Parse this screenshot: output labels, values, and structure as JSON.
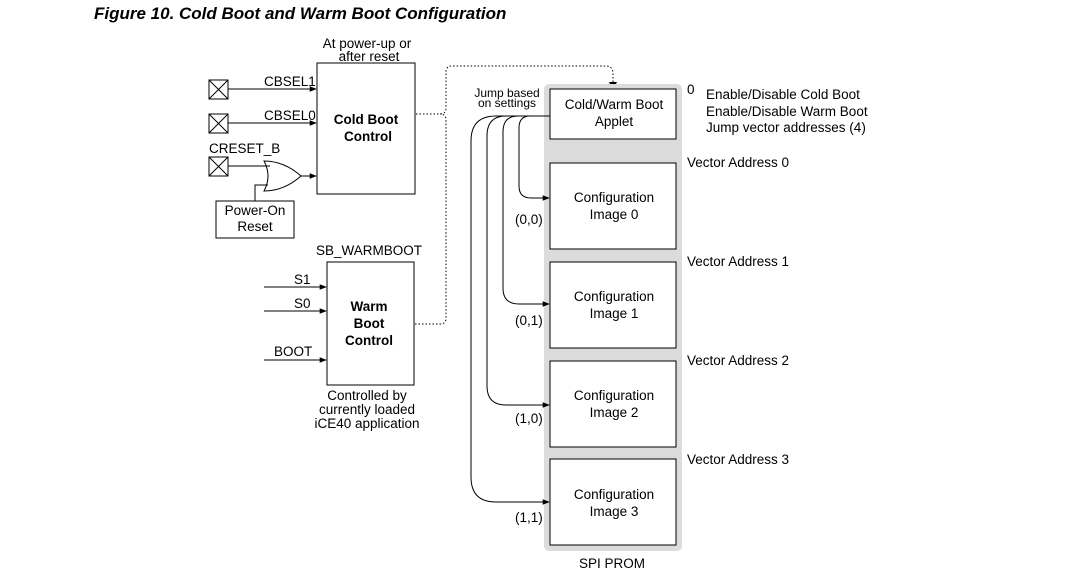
{
  "title": "Figure 10. Cold Boot and Warm Boot Configuration",
  "cold_boot": {
    "note_line1": "At power-up or",
    "note_line2": "after reset",
    "label_line1": "Cold Boot",
    "label_line2": "Control",
    "inputs": [
      "CBSEL1",
      "CBSEL0",
      "CRESET_B"
    ],
    "power_on_reset_line1": "Power-On",
    "power_on_reset_line2": "Reset"
  },
  "warm_boot": {
    "signal": "SB_WARMBOOT",
    "inputs": [
      "S1",
      "S0",
      "BOOT"
    ],
    "label_line1": "Warm",
    "label_line2": "Boot",
    "label_line3": "Control",
    "note_line1": "Controlled by",
    "note_line2": "currently loaded",
    "note_line3": "iCE40 application"
  },
  "jump_line1": "Jump based",
  "jump_line2": "on settings",
  "applet": {
    "line1": "Cold/Warm Boot",
    "line2": "Applet",
    "address": "0",
    "notes": [
      "Enable/Disable Cold Boot",
      "Enable/Disable Warm Boot",
      "Jump vector addresses (4)"
    ]
  },
  "images": [
    {
      "line1": "Configuration",
      "line2": "Image 0",
      "vector": "Vector Address 0",
      "sel": "(0,0)"
    },
    {
      "line1": "Configuration",
      "line2": "Image 1",
      "vector": "Vector Address 1",
      "sel": "(0,1)"
    },
    {
      "line1": "Configuration",
      "line2": "Image 2",
      "vector": "Vector Address 2",
      "sel": "(1,0)"
    },
    {
      "line1": "Configuration",
      "line2": "Image 3",
      "vector": "Vector Address 3",
      "sel": "(1,1)"
    }
  ],
  "prom_label": "SPI PROM"
}
